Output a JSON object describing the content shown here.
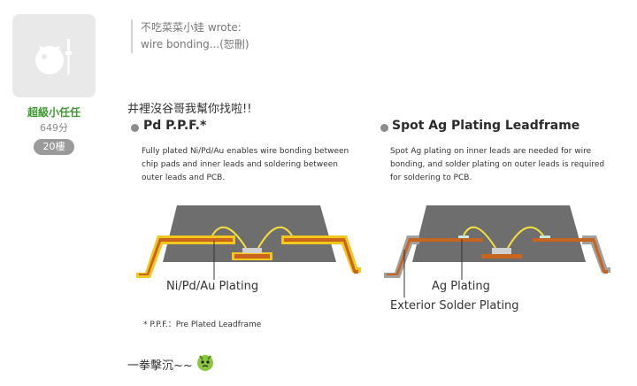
{
  "user": {
    "name": "超級小任任",
    "points": "649分",
    "floor": "20樓"
  },
  "quote": {
    "author_line": "不吃菜菜小娃 wrote:",
    "text": "wire bonding...(恕刪)"
  },
  "post": {
    "line1": "井裡沒谷哥我幫你找啦!!",
    "signoff": "一拳擊沉~~"
  },
  "diagram": {
    "left": {
      "title": "Pd P.P.F.*",
      "desc_lines": [
        "Fully plated Ni/Pd/Au enables wire bonding between",
        "chip pads and inner leads and soldering between",
        "outer leads and PCB."
      ],
      "label": "Ni/Pd/Au Plating",
      "footnote": "* P.P.F.：Pre Plated Leadframe"
    },
    "right": {
      "title": "Spot Ag Plating Leadframe",
      "desc_lines": [
        "Spot Ag plating on inner leads are needed for wire",
        "bonding, and solder plating on outer leads is required",
        "for soldering to PCB."
      ],
      "label_inner": "Ag Plating",
      "label_outer": "Exterior Solder Plating"
    },
    "colors": {
      "package": "#6e6e6e",
      "lead_copper": "#c8641e",
      "nipdau_plating": "#f2c81e",
      "solder_plating": "#a0a0a0",
      "ag_plating": "#c9e6e6",
      "wire": "#f5e03c"
    }
  }
}
